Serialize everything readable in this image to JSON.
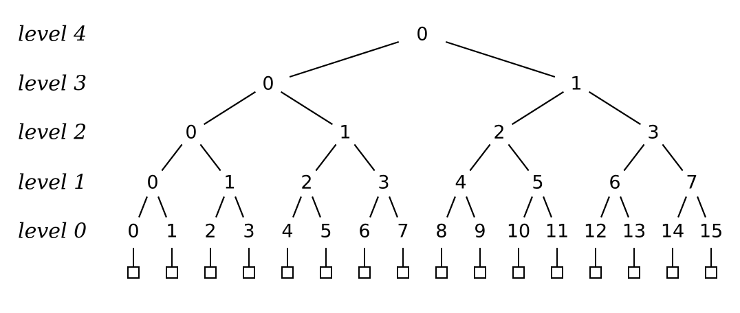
{
  "levels": [
    {
      "label": "level 4",
      "nodes": [
        "0"
      ]
    },
    {
      "label": "level 3",
      "nodes": [
        "0",
        "1"
      ]
    },
    {
      "label": "level 2",
      "nodes": [
        "0",
        "1",
        "2",
        "3"
      ]
    },
    {
      "label": "level 1",
      "nodes": [
        "0",
        "1",
        "2",
        "3",
        "4",
        "5",
        "6",
        "7"
      ]
    },
    {
      "label": "level 0",
      "nodes": [
        "0",
        "1",
        "2",
        "3",
        "4",
        "5",
        "6",
        "7",
        "8",
        "9",
        "10",
        "11",
        "12",
        "13",
        "14",
        "15"
      ]
    }
  ],
  "leaf_box_count": 16
}
